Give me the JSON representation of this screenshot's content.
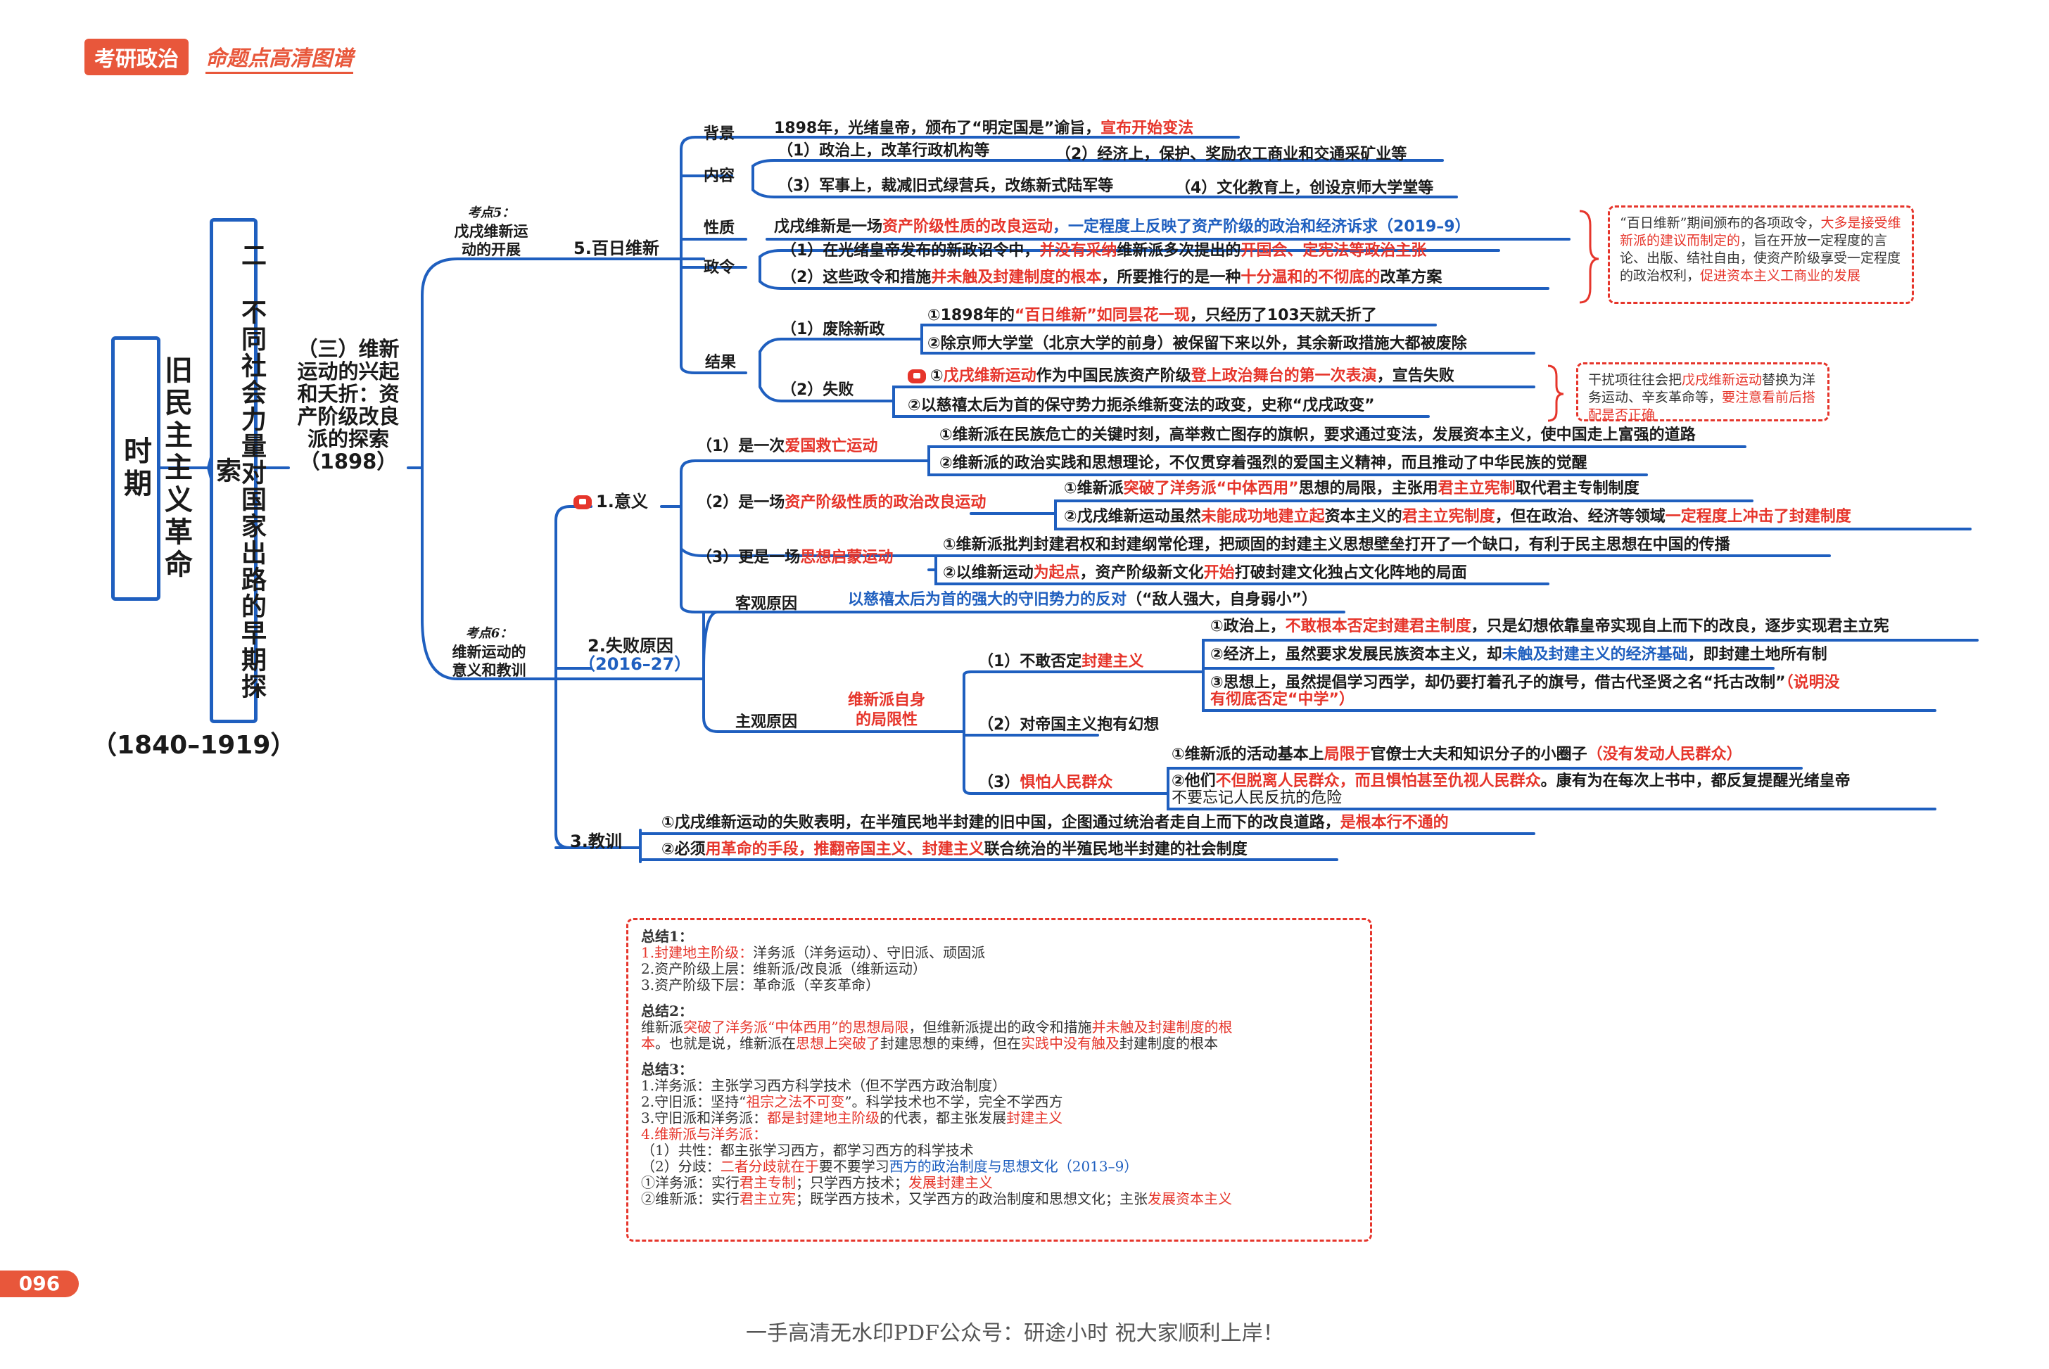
{
  "header": {
    "badge": "考研政治",
    "subtitle": "命题点高清图谱"
  },
  "main_title": "旧民主主义革命时期",
  "period": "（1840–1919）",
  "chapter": "二 不同社会力量对国家出路的早期探索",
  "section": [
    "（三）维新",
    "运动的兴起",
    "和夭折：资",
    "产阶级改良",
    "派的探索",
    "（1898）"
  ],
  "kaodian5": {
    "tag": "考点5：",
    "l1": "戊戌维新运",
    "l2": "动的开展"
  },
  "kaodian6": {
    "tag": "考点6：",
    "l1": "维新运动的",
    "l2": "意义和教训"
  },
  "node_bairi": "5.百日维新",
  "bairi": {
    "bg_label": "背景",
    "bg": [
      {
        "t": "1898年，光绪皇帝，颁布了“明定国是”谕旨，"
      },
      {
        "t": "宣布开始变法",
        "c": "red"
      }
    ],
    "nr_label": "内容",
    "nr1": "（1）政治上，改革行政机构等",
    "nr2": "（2）经济上，保护、奖励农工商业和交通采矿业等",
    "nr3": "（3）军事上，裁减旧式绿营兵，改练新式陆军等",
    "nr4": "（4）文化教育上，创设京师大学堂等",
    "xz_label": "性质",
    "xz": [
      {
        "t": "戊戌维新是一场"
      },
      {
        "t": "资产阶级性质的改良运动",
        "c": "red"
      },
      {
        "t": "，一定程度上反映了资产阶级的政治和经济诉求（2019–9）",
        "c": "blue"
      }
    ],
    "zl_label": "政令",
    "zl1": [
      {
        "t": "（1）在光绪皇帝发布的新政诏令中，"
      },
      {
        "t": "并没有采纳",
        "c": "red"
      },
      {
        "t": "维新派多次提出的"
      },
      {
        "t": "开国会、定宪法等政治主张",
        "c": "red"
      }
    ],
    "zl2": [
      {
        "t": "（2）这些政令和措施"
      },
      {
        "t": "并未触及封建制度的根本",
        "c": "red"
      },
      {
        "t": "，所要推行的是一种"
      },
      {
        "t": "十分温和的不彻底的",
        "c": "red"
      },
      {
        "t": "改革方案"
      }
    ],
    "jg_label": "结果",
    "fc_label": "（1）废除新政",
    "fc1": [
      {
        "t": "①1898年的"
      },
      {
        "t": "“百日维新”如同昙花一现",
        "c": "red"
      },
      {
        "t": "，只经历了103天就夭折了"
      }
    ],
    "fc2": "②除京师大学堂（北京大学的前身）被保留下来以外，其余新政措施大都被废除",
    "sb_label": "（2）失败",
    "sb1": [
      {
        "t": "①"
      },
      {
        "t": "戊戌维新运动",
        "c": "red"
      },
      {
        "t": "作为中国民族资产阶级"
      },
      {
        "t": "登上政治舞台的第一次表演",
        "c": "red"
      },
      {
        "t": "，宣告失败"
      }
    ],
    "sb2": "②以慈禧太后为首的保守势力扼杀维新变法的政变，史称“戊戌政变”"
  },
  "note1": [
    {
      "t": "“百日维新”期间颁布的各项政令，"
    },
    {
      "t": "大多是接受维新派的建议而制定的",
      "c": "red"
    },
    {
      "t": "，旨在开放一定程度的言论、出版、结社自由，使资产阶级享受一定程度的政治权利，"
    },
    {
      "t": "促进资本主义工商业的发展",
      "c": "red"
    }
  ],
  "note2": [
    {
      "t": "干扰项往往会把"
    },
    {
      "t": "戊戌维新运动",
      "c": "red"
    },
    {
      "t": "替换为洋务运动、辛亥革命等，"
    },
    {
      "t": "要注意看前后搭配是否正确",
      "c": "red"
    }
  ],
  "node_yiyi": "1.意义",
  "yiyi": {
    "a_label": [
      {
        "t": "（1）是一次"
      },
      {
        "t": "爱国救亡运动",
        "c": "red"
      }
    ],
    "a1": "①维新派在民族危亡的关键时刻，高举救亡图存的旗帜，要求通过变法，发展资本主义，使中国走上富强的道路",
    "a2": "②维新派的政治实践和思想理论，不仅贯穿着强烈的爱国主义精神，而且推动了中华民族的觉醒",
    "b_label": [
      {
        "t": "（2）是一场"
      },
      {
        "t": "资产阶级性质的政治改良运动",
        "c": "red"
      }
    ],
    "b1": [
      {
        "t": "①维新派"
      },
      {
        "t": "突破了洋务派“中体西用”",
        "c": "red"
      },
      {
        "t": "思想的局限，主张用"
      },
      {
        "t": "君主立宪制",
        "c": "red"
      },
      {
        "t": "取代君主专制制度"
      }
    ],
    "b2": [
      {
        "t": "②戊戌维新运动虽然"
      },
      {
        "t": "未能成功地建立起",
        "c": "red"
      },
      {
        "t": "资本主义的"
      },
      {
        "t": "君主立宪制度",
        "c": "red"
      },
      {
        "t": "，但在政治、经济等领域"
      },
      {
        "t": "一定程度上冲击了封建制度",
        "c": "red"
      }
    ],
    "c_label": [
      {
        "t": "（3）更是一场"
      },
      {
        "t": "思想启蒙运动",
        "c": "red"
      }
    ],
    "c1": "①维新派批判封建君权和封建纲常伦理，把顽固的封建主义思想壁垒打开了一个缺口，有利于民主思想在中国的传播",
    "c2": [
      {
        "t": "②以维新运动"
      },
      {
        "t": "为起点",
        "c": "red"
      },
      {
        "t": "，资产阶级新文化"
      },
      {
        "t": "开始",
        "c": "red"
      },
      {
        "t": "打破封建文化独占文化阵地的局面"
      }
    ]
  },
  "node_shibai": "2.失败原因",
  "shibai_year": "（2016–27）",
  "shibai": {
    "kg_label": "客观原因",
    "kg": [
      {
        "t": "以慈禧太后为首的强大的守旧势力的反对",
        "c": "blue"
      },
      {
        "t": "（“敌人强大，自身弱小”）"
      }
    ],
    "zg_label": "主观原因",
    "jx": [
      "维新派自身",
      "的局限性"
    ],
    "s1_label": [
      {
        "t": "（1）不敢否定"
      },
      {
        "t": "封建主义",
        "c": "red"
      }
    ],
    "s1a": [
      {
        "t": "①政治上，"
      },
      {
        "t": "不敢根本否定封建君主制度",
        "c": "red"
      },
      {
        "t": "，只是幻想依靠皇帝实现自上而下的改良，逐步实现君主立宪"
      }
    ],
    "s1b": [
      {
        "t": "②经济上，虽然要求发展民族资本主义，却"
      },
      {
        "t": "未触及封建主义的经济基础",
        "c": "blue"
      },
      {
        "t": "，即封建土地所有制"
      }
    ],
    "s1c1": [
      {
        "t": "③思想上，虽然提倡学习西学，却仍要打着孔子的旗号，借古代圣贤之名“托古改制”"
      },
      {
        "t": "（说明没",
        "c": "red"
      }
    ],
    "s1c2": [
      {
        "t": "有彻底否定“中学”）",
        "c": "red"
      }
    ],
    "s2_label": "（2）对帝国主义抱有幻想",
    "s3_label": [
      {
        "t": "（3）"
      },
      {
        "t": "惧怕人民群众",
        "c": "red"
      }
    ],
    "s3a": [
      {
        "t": "①维新派的活动基本上"
      },
      {
        "t": "局限于",
        "c": "red"
      },
      {
        "t": "官僚士大夫和知识分子的小圈子"
      },
      {
        "t": "（没有发动人民群众）",
        "c": "red"
      }
    ],
    "s3b1": [
      {
        "t": "②他们"
      },
      {
        "t": "不但脱离人民群众，而且惧怕甚至仇视人民群众",
        "c": "red"
      },
      {
        "t": "。康有为在每次上书中，都反复提醒光绪皇帝"
      }
    ],
    "s3b2": "不要忘记人民反抗的危险"
  },
  "node_jiaoxun": "3.教训",
  "jiaoxun": {
    "j1": [
      {
        "t": "①戊戌维新运动的失败表明，在半殖民地半封建的旧中国，企图通过统治者走自上而下的改良道路，"
      },
      {
        "t": "是根本行不通的",
        "c": "red"
      }
    ],
    "j2": [
      {
        "t": "②必须"
      },
      {
        "t": "用革命的手段，推翻帝国主义、封建主义",
        "c": "red"
      },
      {
        "t": "联合统治的半殖民地半封建的社会制度"
      }
    ]
  },
  "summary": {
    "h1": "总结1：",
    "l1a": [
      {
        "t": "1.封建地主阶级：",
        "c": "red"
      },
      {
        "t": "洋务派（洋务运动）、守旧派、顽固派"
      }
    ],
    "l1b": "2.资产阶级上层：维新派/改良派（维新运动）",
    "l1c": "3.资产阶级下层：革命派（辛亥革命）",
    "h2": "总结2：",
    "l2a": [
      {
        "t": "维新派"
      },
      {
        "t": "突破了洋务派“中体西用”的思想局限",
        "c": "red"
      },
      {
        "t": "，但维新派提出的政令和措施"
      },
      {
        "t": "并未触及封建制度的根",
        "c": "red"
      }
    ],
    "l2b": [
      {
        "t": "本",
        "c": "red"
      },
      {
        "t": "。也就是说，维新派在"
      },
      {
        "t": "思想上突破了",
        "c": "red"
      },
      {
        "t": "封建思想的束缚，但在"
      },
      {
        "t": "实践中没有触及",
        "c": "red"
      },
      {
        "t": "封建制度的根本"
      }
    ],
    "h3": "总结3：",
    "l3a": "1.洋务派：主张学习西方科学技术（但不学西方政治制度）",
    "l3b": [
      {
        "t": "2.守旧派：坚持“"
      },
      {
        "t": "祖宗之法不可变",
        "c": "red"
      },
      {
        "t": "”。科学技术也不学，完全不学西方"
      }
    ],
    "l3c": [
      {
        "t": "3.守旧派和洋务派："
      },
      {
        "t": "都是封建地主阶级",
        "c": "red"
      },
      {
        "t": "的代表，都主张发展"
      },
      {
        "t": "封建主义",
        "c": "red"
      }
    ],
    "l3d": [
      {
        "t": "4.维新派与洋务派：",
        "c": "red"
      }
    ],
    "l3e": "（1）共性：都主张学习西方，都学习西方的科学技术",
    "l3f": [
      {
        "t": "（2）分歧："
      },
      {
        "t": "二者分歧就在于",
        "c": "red"
      },
      {
        "t": "要不要学习"
      },
      {
        "t": "西方的政治制度与思想文化（2013–9）",
        "c": "blue"
      }
    ],
    "l3g": [
      {
        "t": "①洋务派：实行"
      },
      {
        "t": "君主专制",
        "c": "red"
      },
      {
        "t": "；只学西方技术；"
      },
      {
        "t": "发展封建主义",
        "c": "red"
      }
    ],
    "l3h": [
      {
        "t": "②维新派：实行"
      },
      {
        "t": "君主立宪",
        "c": "red"
      },
      {
        "t": "；既学西方技术，又学西方的政治制度和思想文化；主张"
      },
      {
        "t": "发展资本主义",
        "c": "red"
      }
    ]
  },
  "page_number": "096",
  "footer": "一手高清无水印PDF公众号：研途小时 祝大家顺利上岸！",
  "colors": {
    "line": "#1f5fbf",
    "accent": "#e6352b",
    "badge": "#e8573b"
  }
}
